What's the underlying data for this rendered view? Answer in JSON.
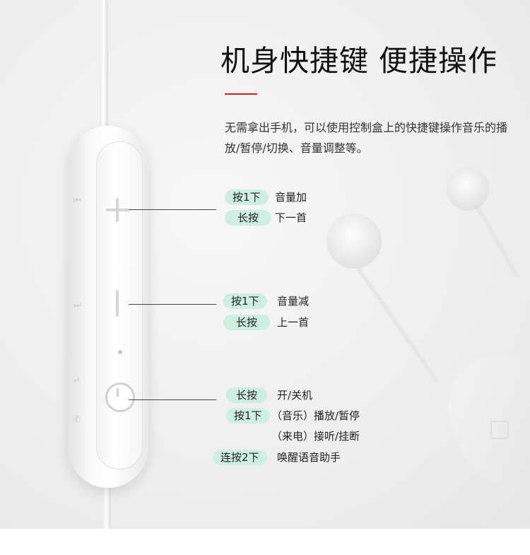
{
  "title": "机身快捷键 便捷操作",
  "description": "无需拿出手机，可以使用控制盒上的快捷键操作音乐的播放/暂停/切换、音量调整等。",
  "colors": {
    "accent": "#d71a1a",
    "pill": "#cdeee1"
  },
  "icons": [
    "plus-icon",
    "minus-icon",
    "power-icon",
    "indicator-light"
  ],
  "groups": [
    {
      "key": "plus",
      "rows": [
        {
          "tag": "按1下",
          "action": "音量加"
        },
        {
          "tag": "长按",
          "action": "下一首"
        }
      ]
    },
    {
      "key": "minus",
      "rows": [
        {
          "tag": "按1下",
          "action": "音量减"
        },
        {
          "tag": "长按",
          "action": "上一首"
        }
      ]
    },
    {
      "key": "power",
      "rows": [
        {
          "tag": "长按",
          "action": "开/关机"
        },
        {
          "tag": "按1下",
          "action": "（音乐）播放/暂停"
        },
        {
          "tag": "",
          "action": "（来电）接听/挂断"
        },
        {
          "tag": "连按2下",
          "action": "唤醒语音助手"
        }
      ]
    }
  ]
}
